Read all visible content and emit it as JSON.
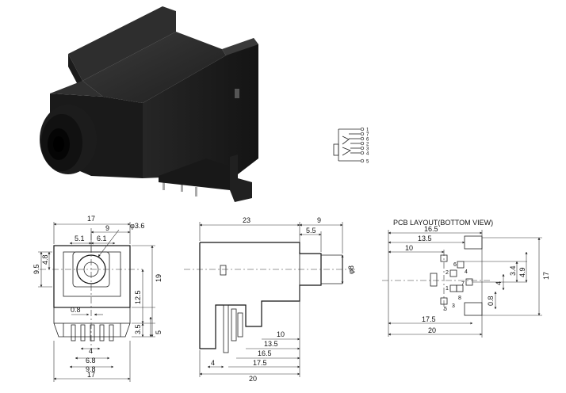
{
  "pcb_title": "PCB LAYOUT(BOTTOM VIEW)",
  "front": {
    "top_width": "17",
    "top_half": "9",
    "diameter": "φ3.6",
    "left_offset": "5.1",
    "right_offset": "6.1",
    "height_a": "4.8",
    "height_b": "9.5",
    "right_h1": "12.5",
    "right_h2": "19",
    "right_h3": "3.5",
    "right_h4": "5",
    "pin_w": "0.8",
    "bottom_1": "4",
    "bottom_2": "6.8",
    "bottom_3": "9.8",
    "bottom_4": "17"
  },
  "side": {
    "length": "23",
    "front_len": "9",
    "front_sub": "5.5",
    "diameter": "φ8",
    "b1": "10",
    "b2": "13.5",
    "b3": "16.5",
    "b4": "17.5",
    "b5": "20",
    "b6": "4"
  },
  "pcb": {
    "d1": "16.5",
    "d2": "13.5",
    "d3": "10",
    "d4": "17.5",
    "d5": "20",
    "r1": "3.4",
    "r2": "4.9",
    "r3": "17",
    "r4": "4",
    "r5": "0.8",
    "pins": [
      "6",
      "2",
      "7",
      "1",
      "3",
      "4",
      "8",
      "5"
    ]
  },
  "schematic": {
    "pins": [
      "1",
      "7",
      "6",
      "2",
      "3",
      "4",
      "5"
    ]
  }
}
